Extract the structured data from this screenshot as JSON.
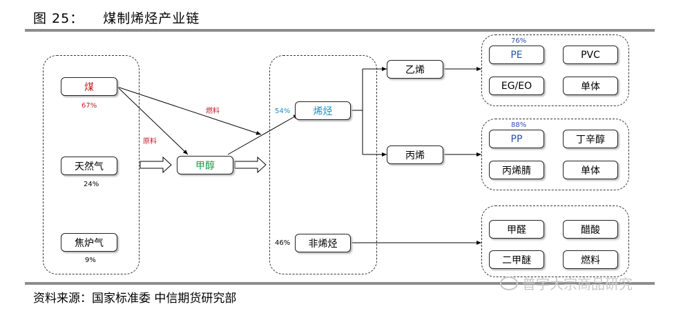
{
  "title": {
    "number": "图 25：",
    "text": "煤制烯烃产业链"
  },
  "source": "资料来源：国家标准委 中信期货研究部",
  "watermark": "普宇大宗商品研究",
  "colors": {
    "red": "#c0202a",
    "blue": "#1f8fc4",
    "green": "#199a4b",
    "navy": "#2a4fa8"
  },
  "feedstocks": [
    {
      "label": "煤",
      "share": "67%"
    },
    {
      "label": "天然气",
      "share": "24%"
    },
    {
      "label": "焦炉气",
      "share": "9%"
    }
  ],
  "edge_labels": {
    "fuel": "燃料",
    "raw": "原料"
  },
  "methanol": "甲醇",
  "olefins": {
    "label": "烯烃",
    "share": "54%"
  },
  "non_olefins": {
    "label": "非烯烃",
    "share": "46%"
  },
  "ethylene": "乙烯",
  "propylene": "丙烯",
  "ethylene_products": {
    "share": "76%",
    "items": [
      "PE",
      "PVC",
      "EG/EO",
      "单体"
    ]
  },
  "propylene_products": {
    "share": "88%",
    "items": [
      "PP",
      "丁辛醇",
      "丙烯腈",
      "单体"
    ]
  },
  "non_olefin_products": {
    "items": [
      "甲醛",
      "醋酸",
      "二甲醚",
      "燃料"
    ]
  }
}
